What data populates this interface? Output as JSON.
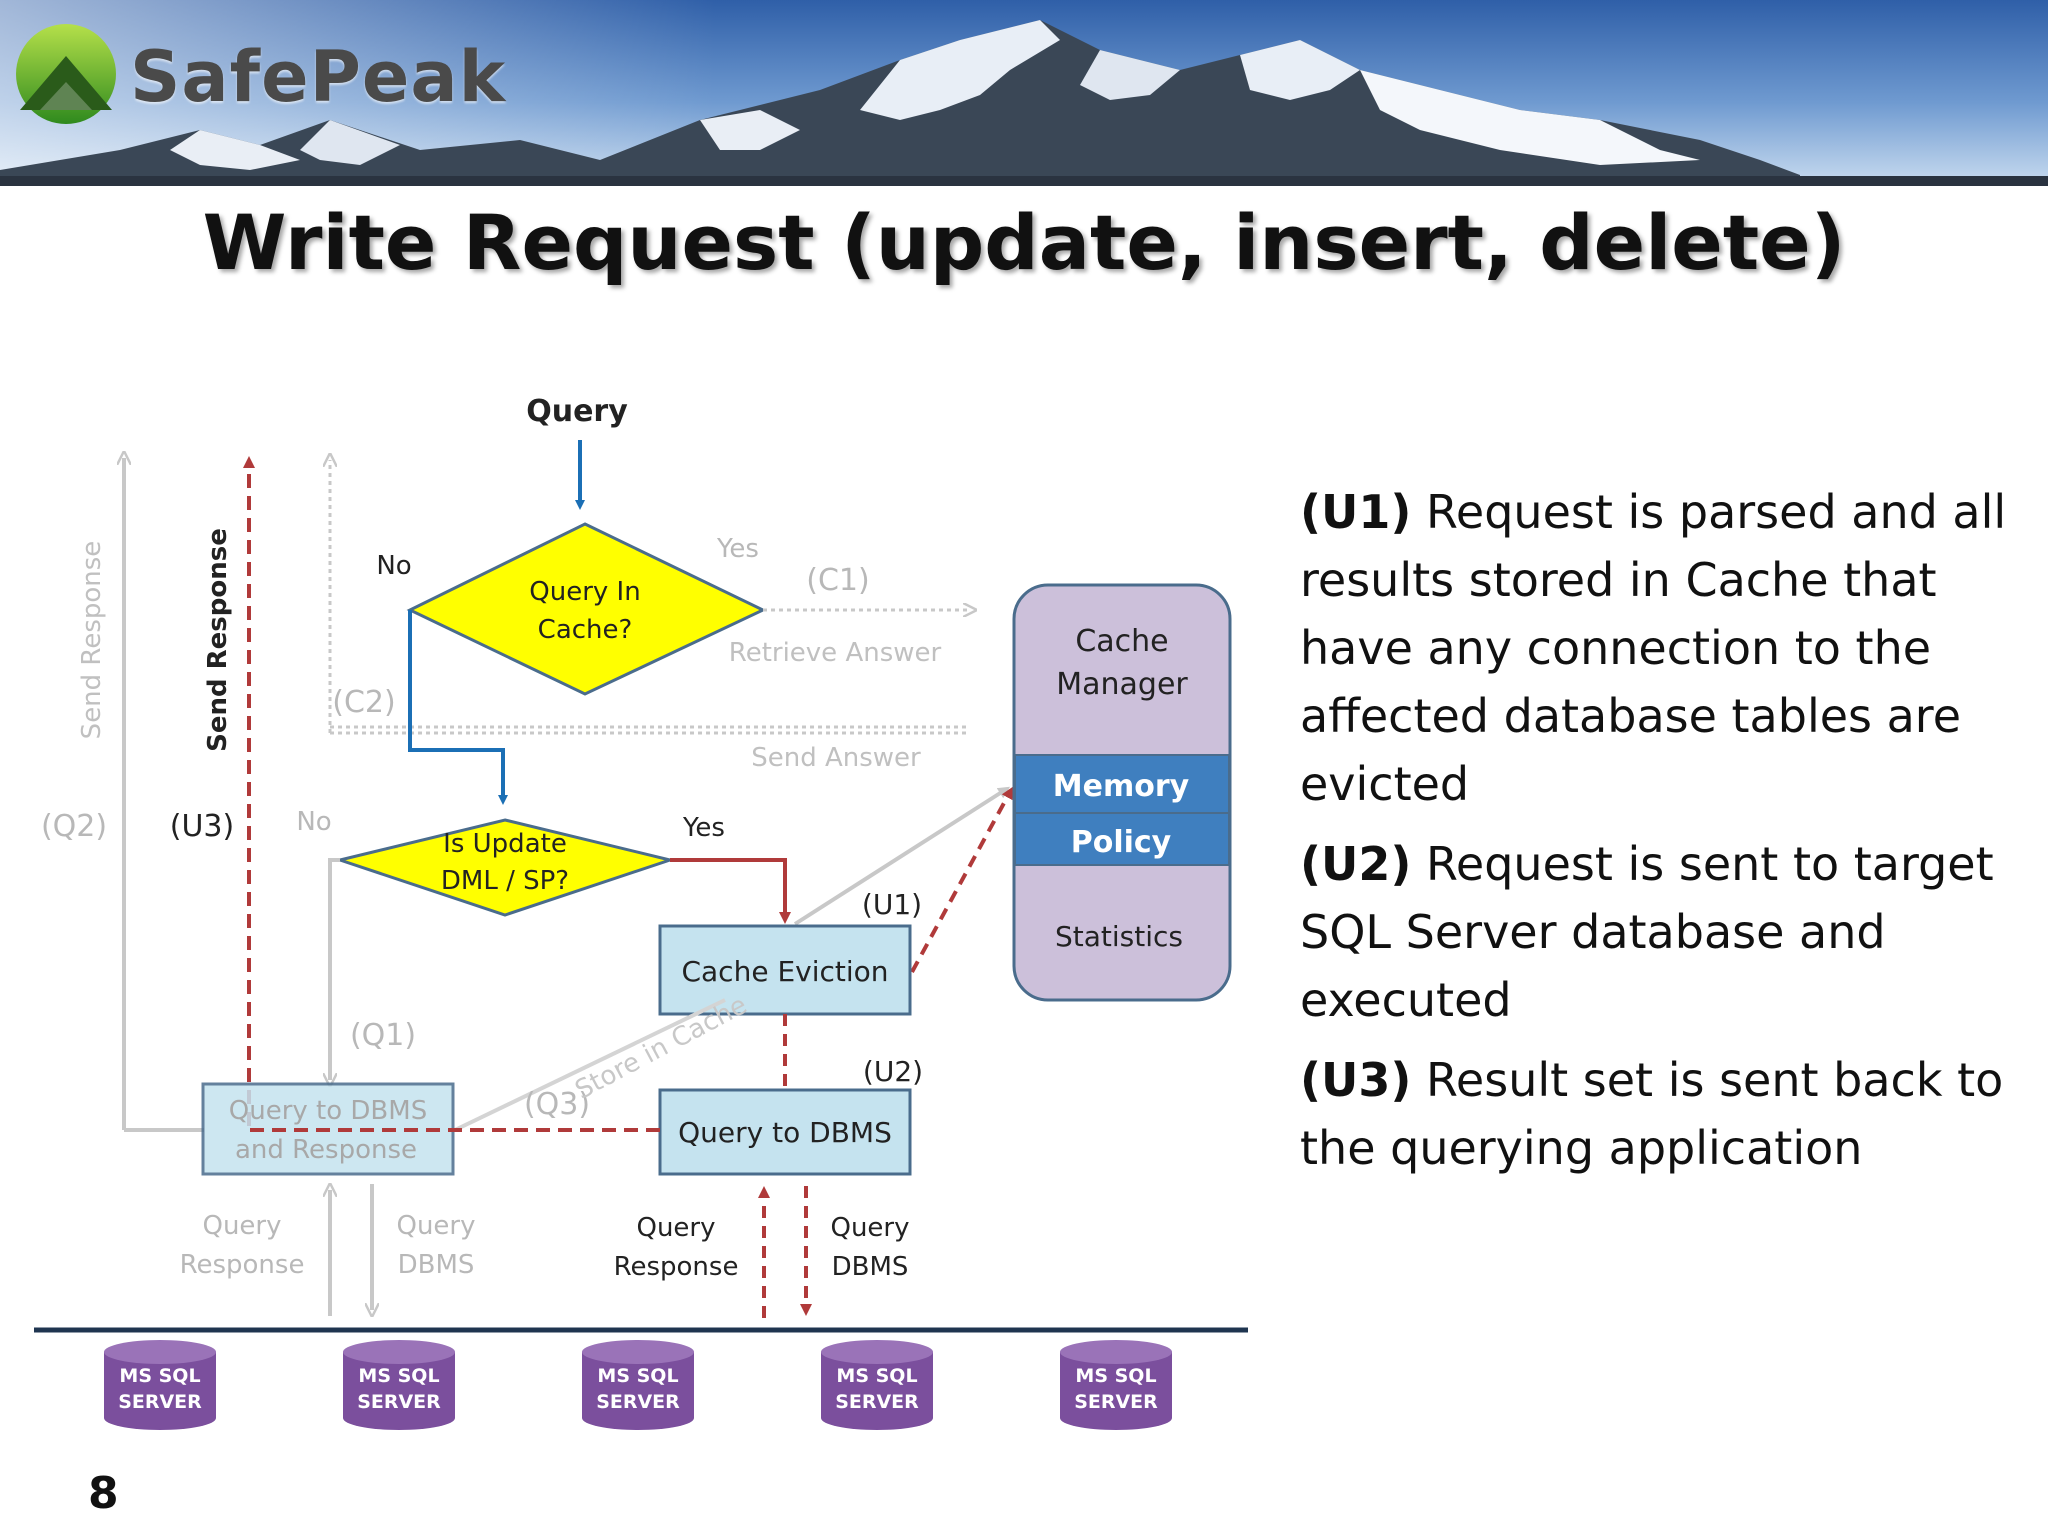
{
  "header": {
    "logo_text": "SafePeak"
  },
  "title": "Write Request (update, insert, delete)",
  "diagram": {
    "query_label": "Query",
    "diamond_cache": {
      "line1": "Query In",
      "line2": "Cache?"
    },
    "diamond_update": {
      "line1": "Is Update",
      "line2": "DML / SP?"
    },
    "label_no_top": "No",
    "label_yes_top": "Yes",
    "label_no_mid": "No",
    "label_yes_mid": "Yes",
    "c1": "(C1)",
    "c2": "(C2)",
    "retrieve_answer": "Retrieve Answer",
    "send_answer": "Send Answer",
    "send_response_gray": "Send Response",
    "send_response_dark": "Send Response",
    "q2": "(Q2)",
    "u3": "(U3)",
    "q1": "(Q1)",
    "q3": "(Q3)",
    "u1": "(U1)",
    "u2": "(U2)",
    "store_in_cache": "Store in Cache",
    "cache_eviction": "Cache Eviction",
    "query_to_dbms": "Query to DBMS",
    "query_to_dbms_resp": {
      "line1": "Query to DBMS",
      "line2": "and Response"
    },
    "cache_manager": {
      "line1": "Cache",
      "line2": "Manager"
    },
    "memory": "Memory",
    "policy": "Policy",
    "statistics": "Statistics",
    "left_query_response": {
      "line1": "Query",
      "line2": "Response"
    },
    "left_query_dbms": {
      "line1": "Query",
      "line2": "DBMS"
    },
    "right_query_response": {
      "line1": "Query",
      "line2": "Response"
    },
    "right_query_dbms": {
      "line1": "Query",
      "line2": "DBMS"
    },
    "servers": [
      {
        "line1": "MS SQL",
        "line2": "SERVER"
      },
      {
        "line1": "MS SQL",
        "line2": "SERVER"
      },
      {
        "line1": "MS SQL",
        "line2": "SERVER"
      },
      {
        "line1": "MS SQL",
        "line2": "SERVER"
      },
      {
        "line1": "MS SQL",
        "line2": "SERVER"
      }
    ],
    "colors": {
      "diamond_fill": "#ffff00",
      "box_fill": "#c5e3ef",
      "cache_mgr_fill": "#ccc0da",
      "memory_fill": "#3f7fbf",
      "server_fill": "#7b4f9d",
      "red_dash": "#b03a3a",
      "blue_arrow": "#1b6fb5",
      "gray_line": "#c8c8c8"
    }
  },
  "explanations": [
    {
      "tag": "(U1)",
      "text": " Request is parsed and all results stored in Cache that have any connection to the affected database tables are evicted"
    },
    {
      "tag": "(U2)",
      "text": " Request is sent to target SQL Server database and executed"
    },
    {
      "tag": "(U3)",
      "text": " Result set is sent back to the querying application"
    }
  ],
  "page_number": "8"
}
